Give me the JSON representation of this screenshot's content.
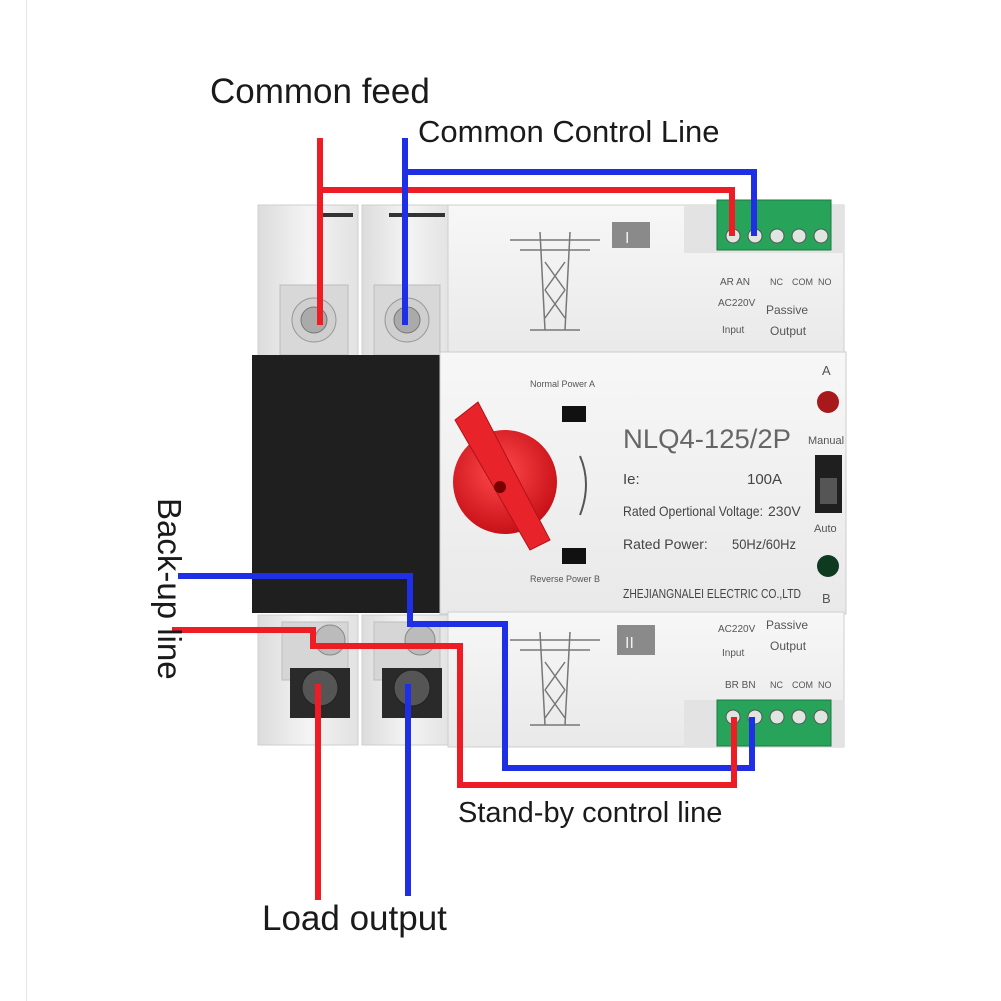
{
  "labels": {
    "common_feed": "Common feed",
    "common_control_line": "Common Control Line",
    "backup_line": "Back-up line",
    "standby_control_line": "Stand-by control line",
    "load_output": "Load output"
  },
  "device": {
    "model": "NLQ4-125/2P",
    "ie_label": "Ie:",
    "ie_value": "100A",
    "voltage_label": "Rated Opertional Voltage:",
    "voltage_value": "230V",
    "power_label": "Rated Power:",
    "power_value": "50Hz/60Hz",
    "manufacturer": "ZHEJIANGNALEI ELECTRIC CO.,LTD",
    "normal_power": "Normal Power A",
    "reverse_power": "Reverse Power B",
    "indicator_a": "A",
    "indicator_b": "B",
    "mode_manual": "Manual",
    "mode_auto": "Auto",
    "top_module": {
      "roman": "I",
      "input_terms": "AR AN",
      "input_voltage": "AC220V",
      "input_label": "Input",
      "nc": "NC",
      "com": "COM",
      "no": "NO",
      "passive": "Passive",
      "output": "Output"
    },
    "bottom_module": {
      "roman": "II",
      "input_terms": "BR BN",
      "input_voltage": "AC220V",
      "input_label": "Input",
      "nc": "NC",
      "com": "COM",
      "no": "NO",
      "passive": "Passive",
      "output": "Output"
    }
  },
  "colors": {
    "red_wire": "#ee1c25",
    "blue_wire": "#1f2fe6",
    "housing": "#eeeeee",
    "black_block": "#202020",
    "terminal_green": "#27a35a",
    "handle_red": "#e8232a"
  }
}
